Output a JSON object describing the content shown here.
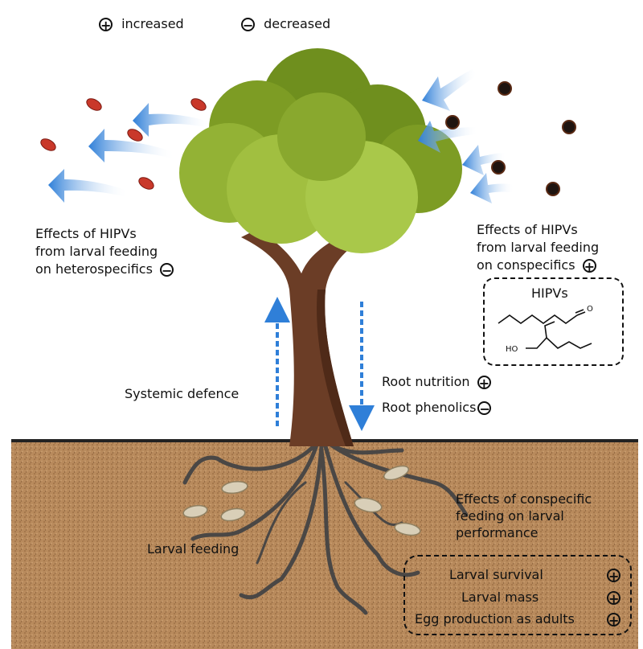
{
  "legend": {
    "plus_symbol": "+",
    "plus_label": "increased",
    "minus_symbol": "−",
    "minus_label": "decreased"
  },
  "labels": {
    "heterospecifics": [
      "Effects of HIPVs",
      "from larval feeding",
      "on heterospecifics"
    ],
    "heterospecifics_sign": "−",
    "conspecifics": [
      "Effects of HIPVs",
      "from larval feeding",
      "on conspecifics"
    ],
    "conspecifics_sign": "+",
    "systemic_defence": "Systemic defence",
    "root_nutrition": "Root nutrition",
    "root_nutrition_sign": "+",
    "root_phenolics": "Root phenolics",
    "root_phenolics_sign": "−",
    "larval_feeding": "Larval feeding",
    "conspecific_feeding": [
      "Effects of conspecific",
      "feeding on larval",
      "performance"
    ]
  },
  "hipvs_box": {
    "title": "HIPVs",
    "aldehyde_atom": "O",
    "alcohol_atom": "HO"
  },
  "performance_box": {
    "rows": [
      {
        "label": "Larval survival",
        "sign": "+"
      },
      {
        "label": "Larval mass",
        "sign": "+"
      },
      {
        "label": "Egg production as adults",
        "sign": "+"
      }
    ]
  },
  "colors": {
    "soil": "#b5865a",
    "arrow_blue": "#2f7fd8",
    "canopy_dark": "#6f8f1e",
    "canopy_light": "#a9c84a",
    "trunk": "#6b3d26",
    "ground_line": "#222222"
  }
}
